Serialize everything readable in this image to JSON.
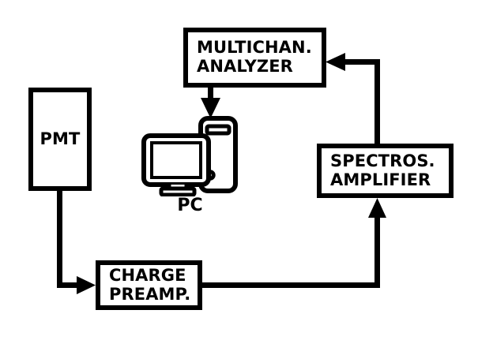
{
  "diagram": {
    "title": "Scintillation detector signal chain block diagram",
    "background_color": "#ffffff",
    "line_color": "#000000",
    "nodes": [
      {
        "id": "mca",
        "name": "multichannel-analyzer",
        "label_line1": "MULTICHAN.",
        "label_line2": "ANALYZER",
        "shape": "rectangle"
      },
      {
        "id": "pmt",
        "name": "photomultiplier-tube",
        "label_line1": "PMT",
        "shape": "rectangle"
      },
      {
        "id": "spectros_amplifier",
        "name": "spectroscopy-amplifier",
        "label_line1": "SPECTROS.",
        "label_line2": "AMPLIFIER",
        "shape": "rectangle"
      },
      {
        "id": "charge_preamp",
        "name": "charge-preamplifier",
        "label_line1": "CHARGE",
        "label_line2": "PREAMP.",
        "shape": "rectangle"
      },
      {
        "id": "pc",
        "name": "personal-computer",
        "label_line1": "PC",
        "shape": "icon"
      }
    ],
    "connections": [
      {
        "id": "pmt-to-preamp",
        "from": "pmt",
        "to": "charge_preamp",
        "arrow": true
      },
      {
        "id": "preamp-to-amplifier",
        "from": "charge_preamp",
        "to": "spectros_amplifier",
        "arrow": true
      },
      {
        "id": "amplifier-to-mca",
        "from": "spectros_amplifier",
        "to": "mca",
        "arrow": true
      },
      {
        "id": "mca-to-pc",
        "from": "mca",
        "to": "pc",
        "arrow": true
      }
    ]
  }
}
